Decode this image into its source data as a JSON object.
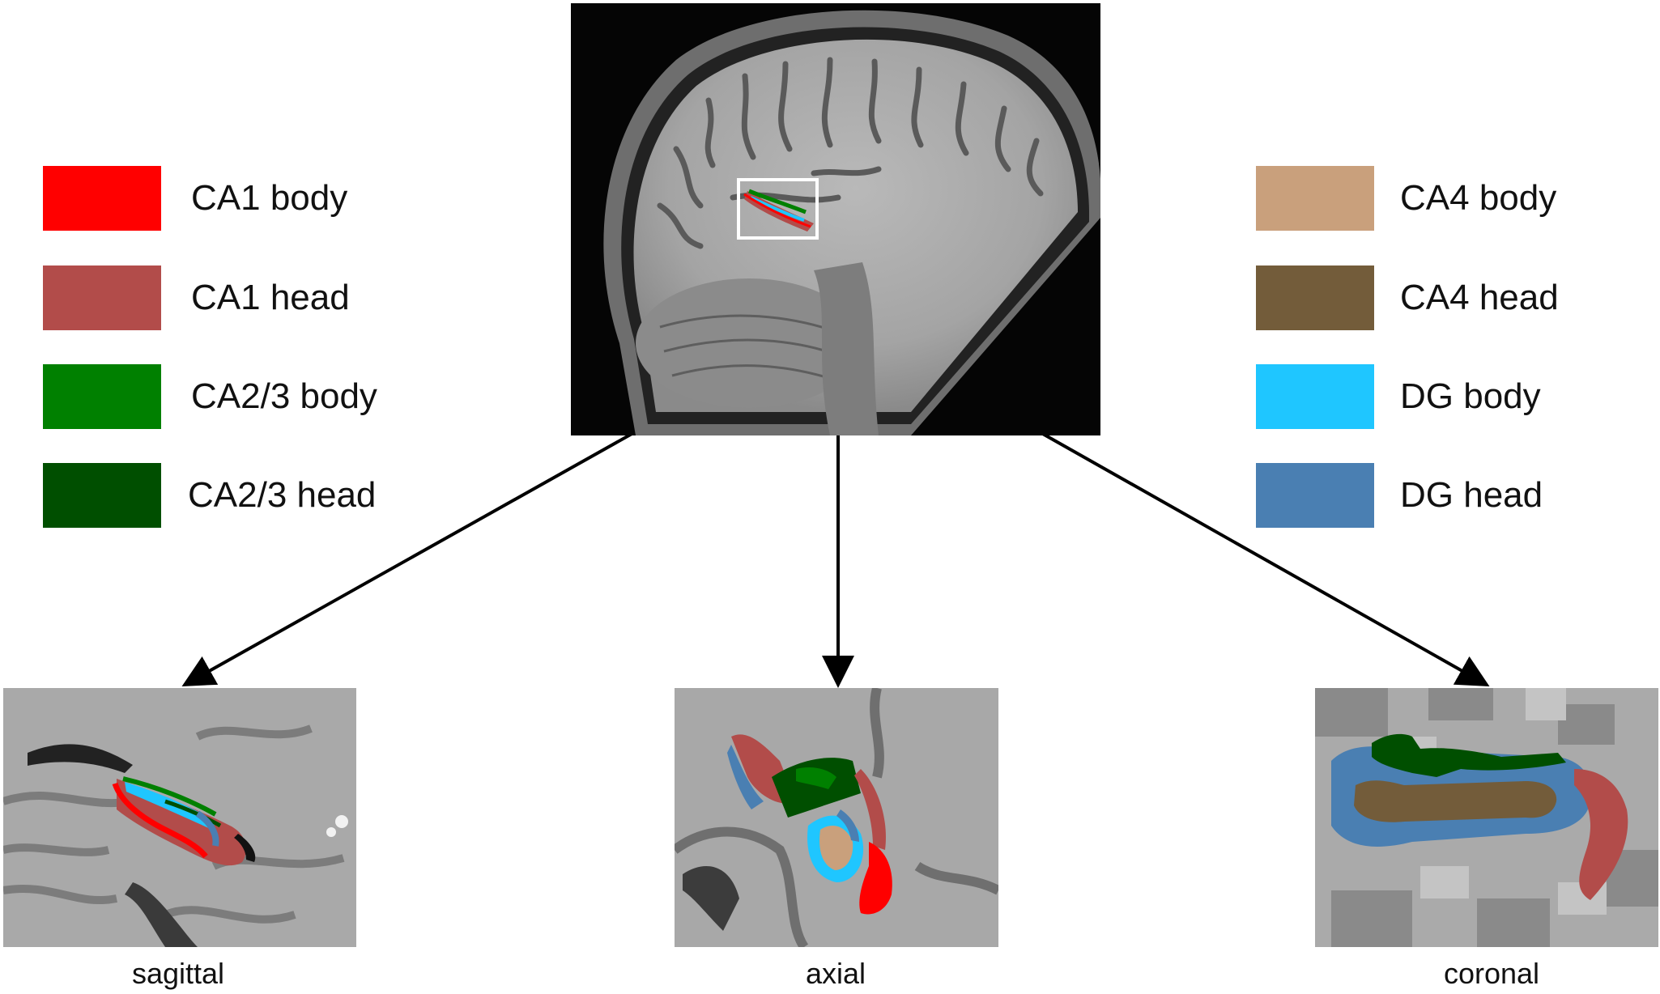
{
  "legend_left": [
    {
      "label": "CA1 body",
      "color": "#ff0000"
    },
    {
      "label": "CA1 head",
      "color": "#b24c4a"
    },
    {
      "label": "CA2/3 body",
      "color": "#008000"
    },
    {
      "label": "CA2/3 head",
      "color": "#004f00"
    }
  ],
  "legend_right": [
    {
      "label": "CA4 body",
      "color": "#c9a07c"
    },
    {
      "label": "CA4 head",
      "color": "#735c3a"
    },
    {
      "label": "DG body",
      "color": "#1fc6ff"
    },
    {
      "label": "DG head",
      "color": "#4a7fb2"
    }
  ],
  "views": {
    "sagittal": "sagittal",
    "axial": "axial",
    "coronal": "coronal"
  }
}
